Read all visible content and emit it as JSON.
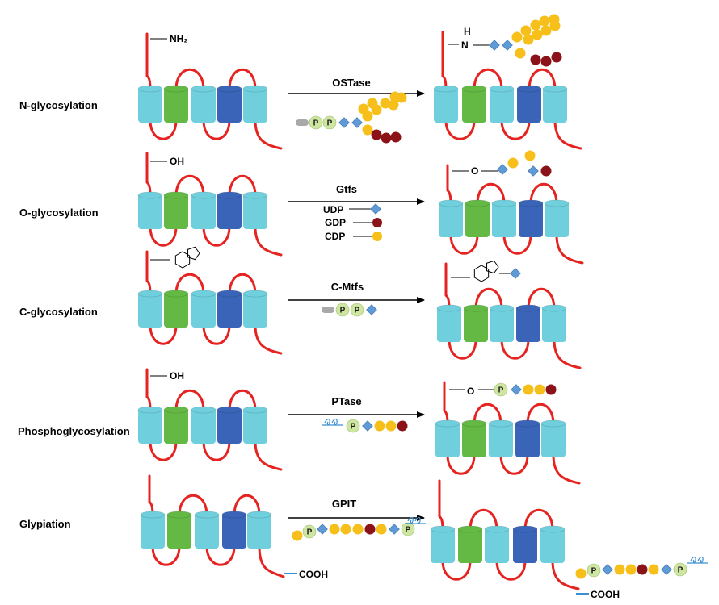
{
  "colors": {
    "strand": "#e52421",
    "helix_cyan": "#6fcfdc",
    "helix_green": "#63b944",
    "helix_blue": "#3a64b7",
    "glucose_yellow": "#f6bf1a",
    "fucose_red": "#8b1218",
    "glcnac_diamond": "#5e9bd6",
    "phosphate_green": "#cfe6a2",
    "lipid_gray": "#a9a9a9",
    "anchor_blue": "#3b8fd0"
  },
  "rows": [
    {
      "label": "N-glycosylation",
      "left_group": "NH₂",
      "enzyme": "OSTase",
      "right_group_h": "H",
      "right_group_n": "N"
    },
    {
      "label": "O-glycosylation",
      "left_group": "OH",
      "enzyme": "Gtfs",
      "right_group": "O",
      "donors": [
        "UDP",
        "GDP",
        "CDP"
      ]
    },
    {
      "label": "C-glycosylation",
      "enzyme": "C-Mtfs"
    },
    {
      "label": "Phosphoglycosylation",
      "left_group": "OH",
      "enzyme": "PTase",
      "right_group": "O"
    },
    {
      "label": "Glypiation",
      "enzyme": "GPIT",
      "left_terminus": "COOH",
      "right_terminus": "COOH"
    }
  ],
  "phosphate_label": "P"
}
